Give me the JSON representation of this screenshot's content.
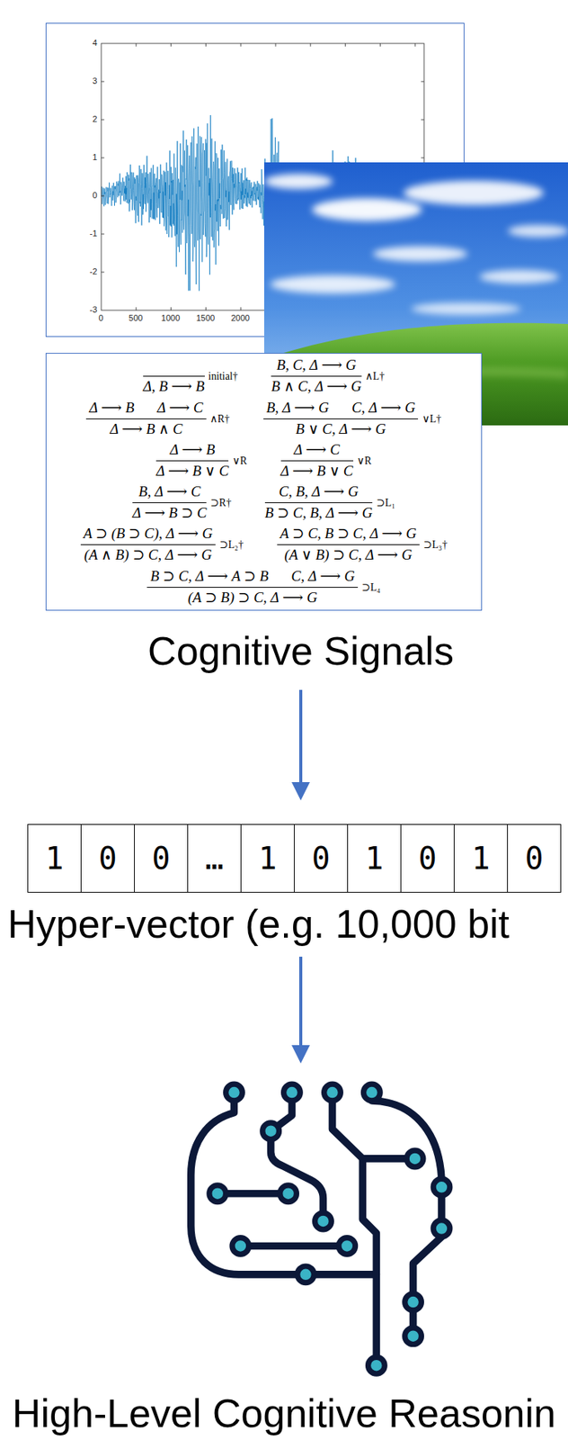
{
  "diagram": {
    "nodes": [
      {
        "text": [
          "Cognitive Signals"
        ]
      },
      {
        "text": [
          "4",
          "3",
          "2",
          "1",
          "0",
          "-1",
          "-2",
          "-3",
          "0",
          "500",
          "1000",
          "1500",
          "2000"
        ],
        "in": 0
      },
      {
        "text": [
          "Δ, B ⟶ B",
          "initial†",
          "B, C, Δ ⟶ G",
          "B ∧ C, Δ ⟶ G",
          "∧L†",
          "Δ ⟶ B",
          "Δ ⟶ C",
          "Δ ⟶ B ∧ C",
          "∧R†",
          "B, Δ ⟶ G",
          "C, Δ ⟶ G",
          "B ∨ C, Δ ⟶ G",
          "∨L†",
          "Δ ⟶ B",
          "Δ ⟶ B ∨ C",
          "∨R",
          "Δ ⟶ C",
          "Δ ⟶ B ∨ C",
          "∨R",
          "B, Δ ⟶ C",
          "Δ ⟶ B ⊃ C",
          "⊃R†",
          "C, B, Δ ⟶ G",
          "B ⊃ C, B, Δ ⟶ G",
          "⊃L₁",
          "A ⊃ (B ⊃ C), Δ ⟶ G",
          "(A ∧ B) ⊃ C, Δ ⟶ G",
          "⊃L₂†",
          "A ⊃ C, B ⊃ C, Δ ⟶ G",
          "(A ∨ B) ⊃ C, Δ ⟶ G",
          "⊃L₃†",
          "B ⊃ C, Δ ⟶ A ⊃ B",
          "C, Δ ⟶ G",
          "(A ⊃ B) ⊃ C, Δ ⟶ G",
          "⊃L₄"
        ],
        "in": 0
      },
      {
        "text": [
          "Hyper-vector (e.g. 10,000 bit"
        ]
      },
      {
        "text": [
          "1"
        ],
        "in": 3
      },
      {
        "text": [
          "0"
        ],
        "in": 3
      },
      {
        "text": [
          "0"
        ],
        "in": 3
      },
      {
        "text": [
          "…"
        ],
        "in": 3
      },
      {
        "text": [
          "1"
        ],
        "in": 3
      },
      {
        "text": [
          "0"
        ],
        "in": 3
      },
      {
        "text": [
          "1"
        ],
        "in": 3
      },
      {
        "text": [
          "0"
        ],
        "in": 3
      },
      {
        "text": [
          "1"
        ],
        "in": 3
      },
      {
        "text": [
          "0"
        ],
        "in": 3
      },
      {
        "text": [
          "High-Level Cognitive Reasonin"
        ]
      }
    ],
    "edges": [
      {
        "from": 0,
        "to": 3,
        "arrow": "to"
      },
      {
        "from": 3,
        "to": 14,
        "arrow": "to"
      }
    ]
  }
}
